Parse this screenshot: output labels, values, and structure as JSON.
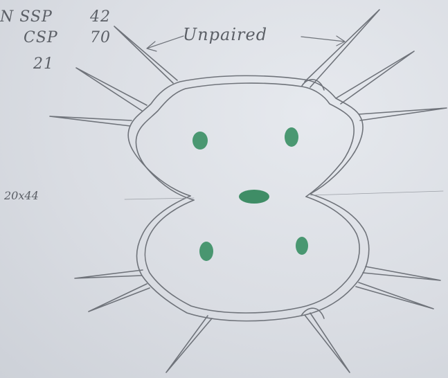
{
  "handwritten_notes": {
    "ssp_label": "N SSP",
    "ssp_value": "42",
    "csp_label": "CSP",
    "csp_value": "70",
    "count": "21",
    "annotation": "Unpaired",
    "dimensions": "20x44"
  },
  "colors": {
    "paper": "#dadde3",
    "pencil": "#6f737a",
    "chloroplast": "#2f8a5c"
  }
}
